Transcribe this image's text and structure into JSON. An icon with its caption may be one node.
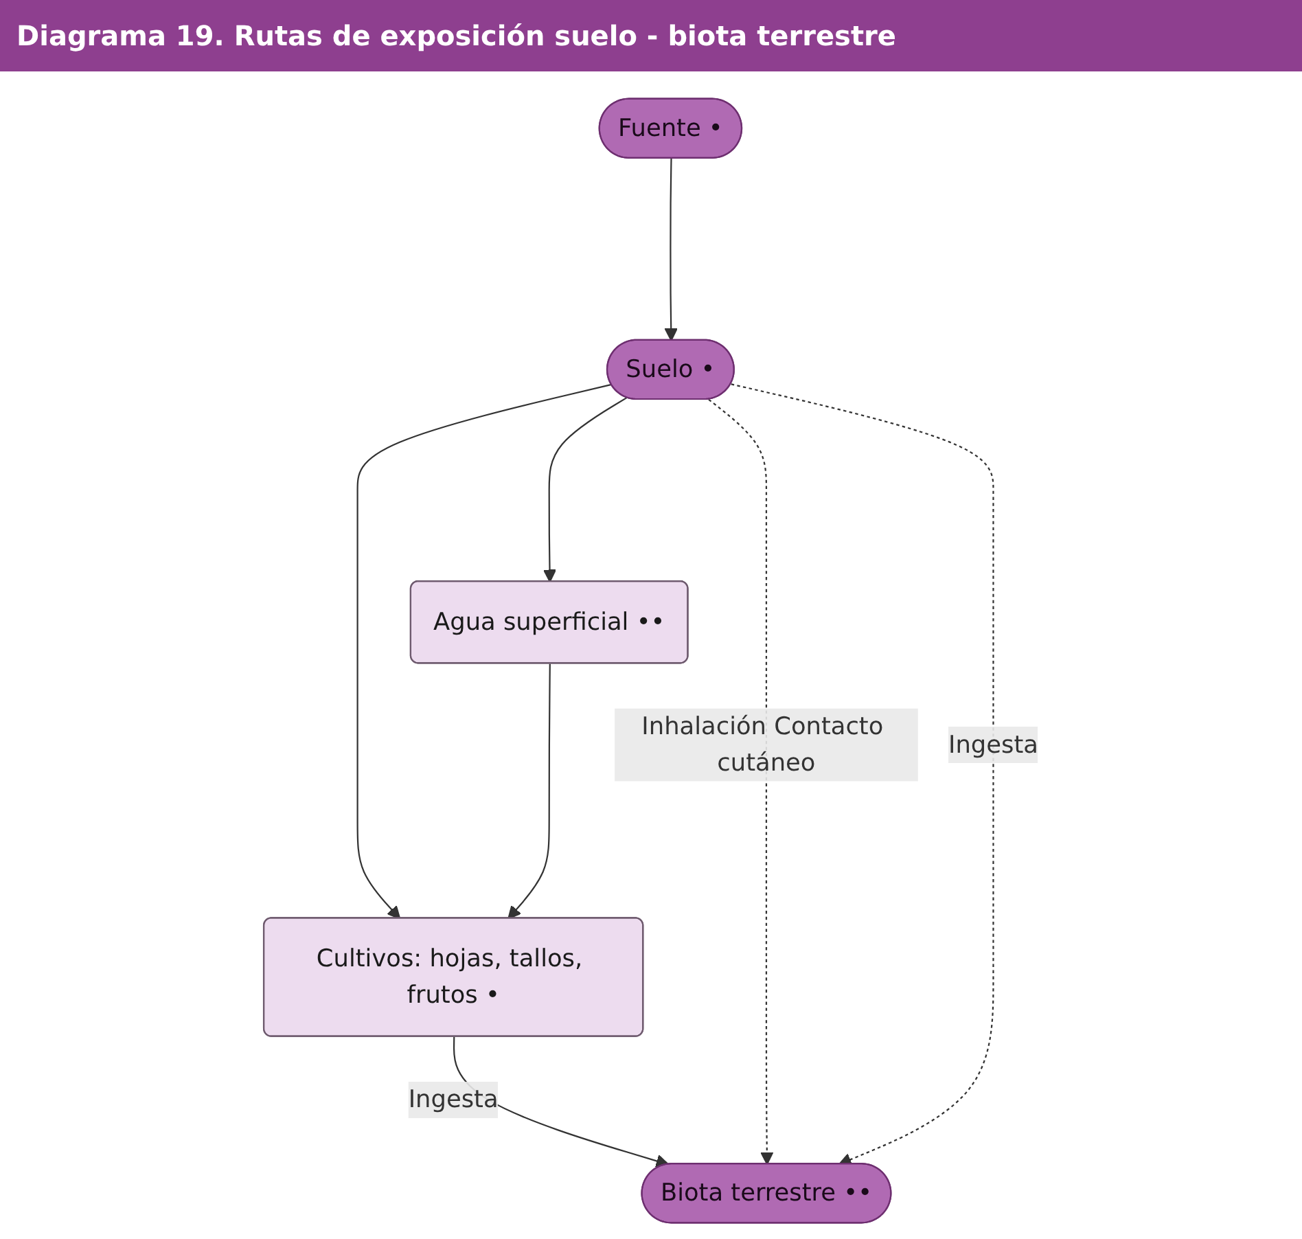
{
  "diagram": {
    "title": "Diagrama 19. Rutas de exposición suelo - biota terrestre",
    "nodes": [
      {
        "text": [
          "Fuente •"
        ]
      },
      {
        "text": [
          "Suelo •"
        ]
      },
      {
        "text": [
          "Agua superficial ••"
        ]
      },
      {
        "text": [
          "Cultivos: hojas, tallos, frutos •"
        ]
      },
      {
        "text": [
          "Biota terrestre ••"
        ]
      }
    ],
    "edges": [
      {
        "from": 0,
        "to": 1,
        "arrow": "to"
      },
      {
        "from": 1,
        "to": 2,
        "arrow": "to"
      },
      {
        "from": 1,
        "to": 3,
        "arrow": "to"
      },
      {
        "from": 2,
        "to": 3,
        "arrow": "to"
      },
      {
        "from": 3,
        "to": 4,
        "arrow": "to",
        "label": "Ingesta"
      },
      {
        "from": 1,
        "to": 4,
        "arrow": "to",
        "label": "Inhalación Contacto cutáneo",
        "style": "dashed"
      },
      {
        "from": 1,
        "to": 4,
        "arrow": "to",
        "label": "Ingesta",
        "style": "dashed"
      }
    ]
  }
}
